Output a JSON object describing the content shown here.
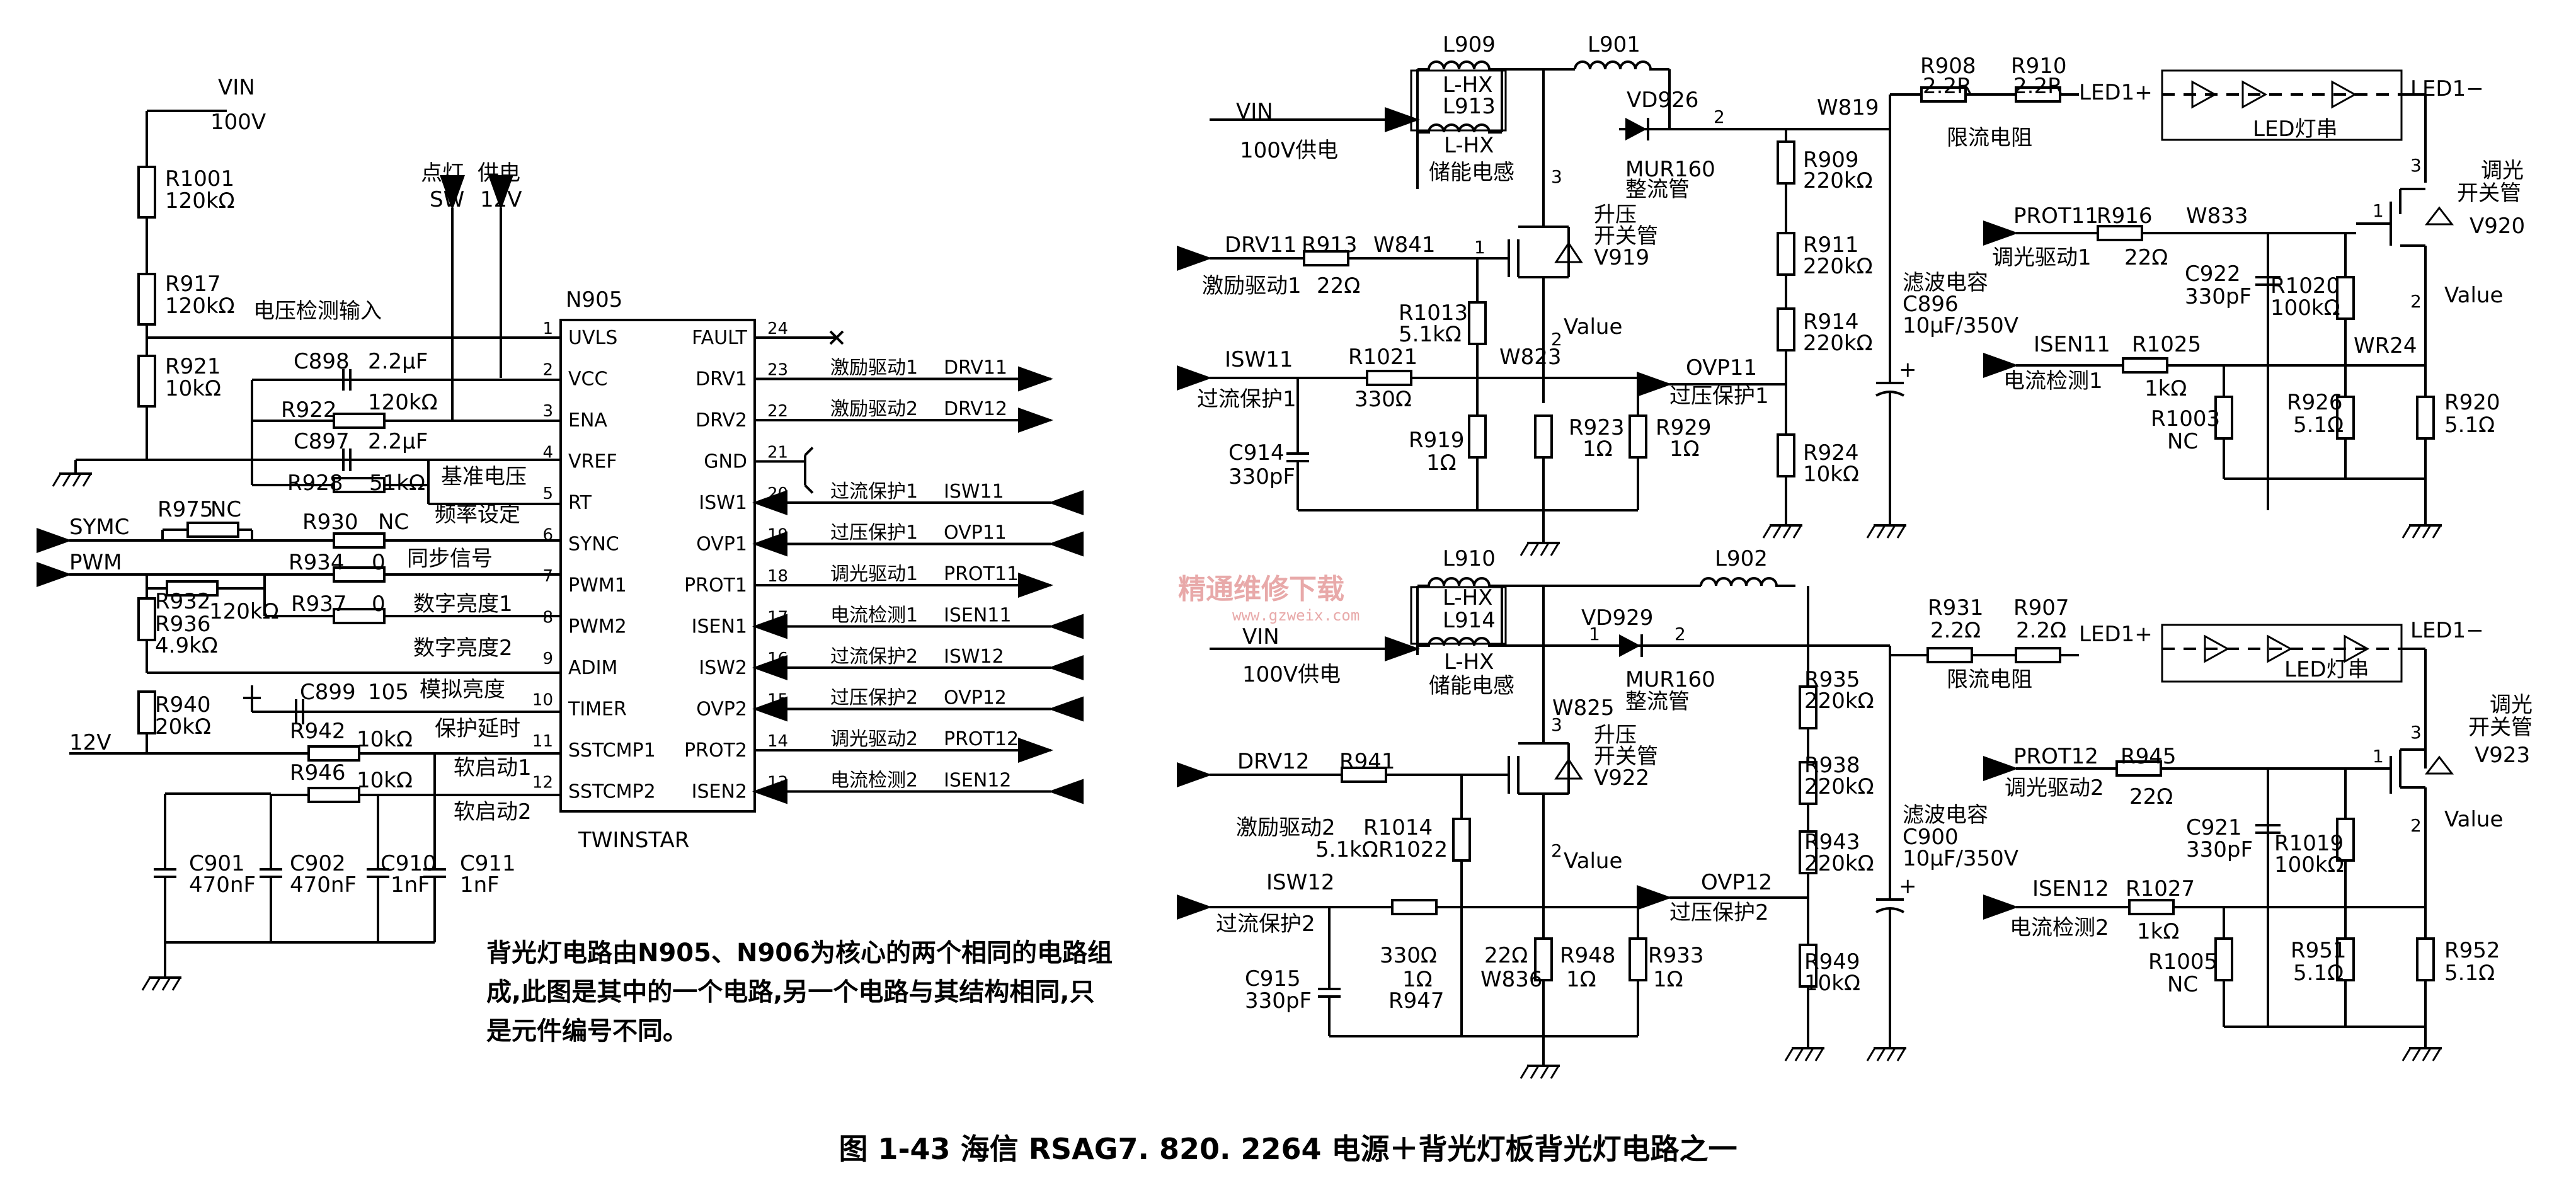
{
  "caption": "图 1-43   海信 RSAG7. 820. 2264 电源＋背光灯板背光灯电路之一",
  "note": "背光灯电路由N905、N906为核心的两个相同的电路组成,此图是其中的一个电路,另一个电路与其结构相同,只是元件编号不同。",
  "watermark": {
    "cn": "精通维修下载",
    "url": "www.gzweix.com"
  },
  "left": {
    "vin": "VIN",
    "vin_v": "100V",
    "r1001": "R1001",
    "r1001_v": "120kΩ",
    "r917": "R917",
    "r917_v": "120kΩ",
    "voltage_detect": "电压检测输入",
    "r921": "R921",
    "r921_v": "10kΩ",
    "light_label": "点灯",
    "light_sw": "SW",
    "power_label": "供电",
    "power_v": "12V",
    "chip": "N905",
    "chip_model": "TWINSTAR",
    "c898": "C898",
    "c898_v": "2.2μF",
    "r922": "R922",
    "r922_v": "120kΩ",
    "c897": "C897",
    "c897_v": "2.2μF",
    "r928": "R928",
    "r928_v": "51kΩ",
    "ref_voltage": "基准电压",
    "r975": "R975",
    "r975_v": "NC",
    "symc": "SYMC",
    "r930": "R930",
    "r930_v": "NC",
    "freq_set": "频率设定",
    "pwm": "PWM",
    "r934": "R934",
    "r934_v": "0",
    "sync_sig": "同步信号",
    "r932": "R932",
    "r932_v": "120kΩ",
    "r936": "R936",
    "r936_v": "4.9kΩ",
    "r937": "R937",
    "r937_v": "0",
    "dig_bright1": "数字亮度1",
    "dig_bright2": "数字亮度2",
    "c899": "C899",
    "c899_v": "105",
    "analog_bright": "模拟亮度",
    "r940": "R940",
    "r940_v": "20kΩ",
    "r942": "R942",
    "r942_v": "10kΩ",
    "prot_delay": "保护延时",
    "v12": "12V",
    "r946": "R946",
    "r946_v": "10kΩ",
    "soft1": "软启动1",
    "soft2": "软启动2",
    "c901": "C901",
    "c901_v": "470nF",
    "c902": "C902",
    "c902_v": "470nF",
    "c910": "C910",
    "c910_v": "1nF",
    "c911": "C911",
    "c911_v": "1nF",
    "left_pins": [
      {
        "num": "1",
        "name": "UVLS"
      },
      {
        "num": "2",
        "name": "VCC"
      },
      {
        "num": "3",
        "name": "ENA"
      },
      {
        "num": "4",
        "name": "VREF"
      },
      {
        "num": "5",
        "name": "RT"
      },
      {
        "num": "6",
        "name": "SYNC"
      },
      {
        "num": "7",
        "name": "PWM1"
      },
      {
        "num": "8",
        "name": "PWM2"
      },
      {
        "num": "9",
        "name": "ADIM"
      },
      {
        "num": "10",
        "name": "TIMER"
      },
      {
        "num": "11",
        "name": "SSTCMP1"
      },
      {
        "num": "12",
        "name": "SSTCMP2"
      }
    ],
    "right_pins": [
      {
        "num": "24",
        "name": "FAULT",
        "label": "",
        "signal": ""
      },
      {
        "num": "23",
        "name": "DRV1",
        "label": "激励驱动1",
        "signal": "DRV11"
      },
      {
        "num": "22",
        "name": "DRV2",
        "label": "激励驱动2",
        "signal": "DRV12"
      },
      {
        "num": "21",
        "name": "GND",
        "label": "",
        "signal": ""
      },
      {
        "num": "20",
        "name": "ISW1",
        "label": "过流保护1",
        "signal": "ISW11"
      },
      {
        "num": "19",
        "name": "OVP1",
        "label": "过压保护1",
        "signal": "OVP11"
      },
      {
        "num": "18",
        "name": "PROT1",
        "label": "调光驱动1",
        "signal": "PROT11"
      },
      {
        "num": "17",
        "name": "ISEN1",
        "label": "电流检测1",
        "signal": "ISEN11"
      },
      {
        "num": "16",
        "name": "ISW2",
        "label": "过流保护2",
        "signal": "ISW12"
      },
      {
        "num": "15",
        "name": "OVP2",
        "label": "过压保护2",
        "signal": "OVP12"
      },
      {
        "num": "14",
        "name": "PROT2",
        "label": "调光驱动2",
        "signal": "PROT12"
      },
      {
        "num": "13",
        "name": "ISEN2",
        "label": "电流检测2",
        "signal": "ISEN12"
      }
    ]
  },
  "top": {
    "l909": "L909",
    "l909_t": "L-HX",
    "l913": "L913",
    "l913_t": "L-HX",
    "l901": "L901",
    "store_ind": "储能电感",
    "vin": "VIN",
    "vin_supply": "100V供电",
    "vd": "VD926",
    "vd_model": "MUR160",
    "vd_desc": "整流管",
    "w819": "W819",
    "r908": "R908",
    "r908_v": "2.2R",
    "r910": "R910",
    "r910_v": "2.2R",
    "limit_r": "限流电阻",
    "led_p": "LED1+",
    "led_m": "LED1−",
    "led_string": "LED灯串",
    "r909": "R909",
    "r909_v": "220kΩ",
    "r911": "R911",
    "r911_v": "220kΩ",
    "r914": "R914",
    "r914_v": "220kΩ",
    "r924": "R924",
    "r924_v": "10kΩ",
    "filter_cap": "滤波电容",
    "c896": "C896",
    "c896_v": "10μF/350V",
    "drv": "DRV11",
    "r913": "R913",
    "r913_v": "22Ω",
    "w841": "W841",
    "drive_lbl": "激励驱动1",
    "boost": "升压",
    "switch": "开关管",
    "v919": "V919",
    "r1013": "R1013",
    "r1013_v": "5.1kΩ",
    "value": "Value",
    "isw": "ISW11",
    "r1021": "R1021",
    "r1021_v": "330Ω",
    "w823": "W823",
    "ocp": "过流保护1",
    "ovp": "OVP11",
    "ovp_lbl": "过压保护1",
    "c914": "C914",
    "c914_v": "330pF",
    "r919": "R919",
    "r919_v": "1Ω",
    "r923": "R923",
    "r923_v": "1Ω",
    "r929": "R929",
    "r929_v": "1Ω",
    "prot": "PROT11",
    "r916": "R916",
    "r916_v": "22Ω",
    "w833": "W833",
    "dim_drive": "调光驱动1",
    "dim": "调光",
    "dim_switch": "开关管",
    "v920": "V920",
    "c922": "C922",
    "c922_v": "330pF",
    "r1020": "R1020",
    "r1020_v": "100kΩ",
    "isen": "ISEN11",
    "r1025": "R1025",
    "r1025_v": "1kΩ",
    "wr24": "WR24",
    "cur_det": "电流检测1",
    "r1003": "R1003",
    "r1003_v": "NC",
    "r926": "R926",
    "r926_v": "5.1Ω",
    "r920": "R920",
    "r920_v": "5.1Ω"
  },
  "bottom": {
    "l910": "L910",
    "l910_t": "L-HX",
    "l914": "L914",
    "l914_t": "L-HX",
    "l902": "L902",
    "store_ind": "储能电感",
    "vin": "VIN",
    "vin_supply": "100V供电",
    "vd": "VD929",
    "vd_model": "MUR160",
    "vd_desc": "整流管",
    "w825": "W825",
    "r931": "R931",
    "r931_v": "2.2Ω",
    "r907": "R907",
    "r907_v": "2.2Ω",
    "limit_r": "限流电阻",
    "led_p": "LED1+",
    "led_m": "LED1−",
    "led_string": "LED灯串",
    "r935": "R935",
    "r935_v": "220kΩ",
    "r938": "R938",
    "r938_v": "220kΩ",
    "r943": "R943",
    "r943_v": "220kΩ",
    "r949": "R949",
    "r949_v": "10kΩ",
    "filter_cap": "滤波电容",
    "c900": "C900",
    "c900_v": "10μF/350V",
    "drv": "DRV12",
    "r941": "R941",
    "drive_lbl": "激励驱动2",
    "boost": "升压",
    "switch": "开关管",
    "v922": "V922",
    "r1014": "R1014",
    "r1014_v": "5.1kΩ",
    "r1022": "R1022",
    "value": "Value",
    "isw": "ISW12",
    "ocp": "过流保护2",
    "ovp": "OVP12",
    "ovp_lbl": "过压保护2",
    "c915": "C915",
    "c915_v": "330pF",
    "r1022_v": "330Ω",
    "r1022b_v": "1Ω",
    "r947": "R947",
    "r_22": "22Ω",
    "w836": "W836",
    "r948": "R948",
    "r948_v": "1Ω",
    "r933": "R933",
    "r933_v": "1Ω",
    "prot": "PROT12",
    "r945": "R945",
    "r945_v": "22Ω",
    "dim_drive": "调光驱动2",
    "dim": "调光",
    "dim_switch": "开关管",
    "v923": "V923",
    "c921": "C921",
    "c921_v": "330pF",
    "r1019": "R1019",
    "r1019_v": "100kΩ",
    "isen": "ISEN12",
    "r1027": "R1027",
    "r1027_v": "1kΩ",
    "cur_det": "电流检测2",
    "r1005": "R1005",
    "r1005_v": "NC",
    "r951": "R951",
    "r951_v": "5.1Ω",
    "r952": "R952",
    "r952_v": "5.1Ω"
  }
}
